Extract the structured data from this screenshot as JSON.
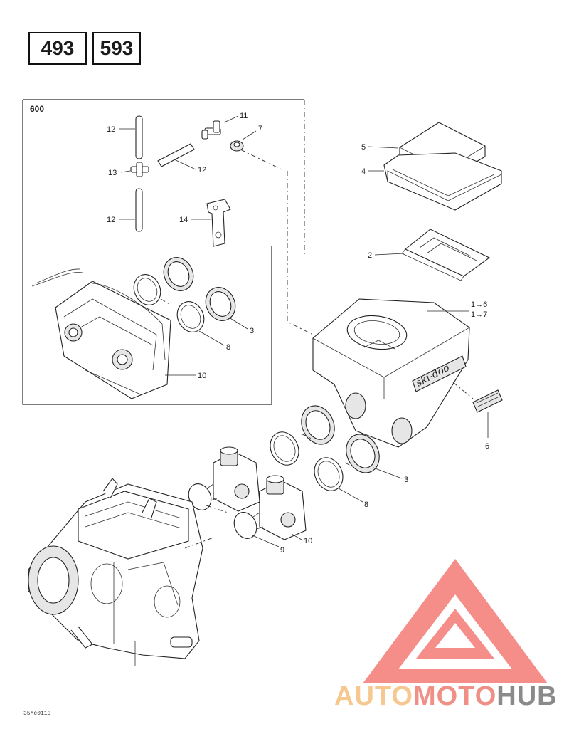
{
  "model_codes": [
    "493",
    "593"
  ],
  "inset_label": "600",
  "callouts": {
    "c12a": "12",
    "c13": "13",
    "c12b": "12",
    "c12c": "12",
    "c11": "11",
    "c7": "7",
    "c14": "14",
    "c3a": "3",
    "c8a": "8",
    "c10a": "10",
    "c5": "5",
    "c4": "4",
    "c2": "2",
    "c16": "1→6",
    "c17": "1→7",
    "c6": "6",
    "c3b": "3",
    "c8b": "8",
    "c9": "9",
    "c10b": "10"
  },
  "drawing_ref": "35Mc0113",
  "watermark": {
    "part1": "AUTO",
    "part2": "MOTO",
    "part3": "HUB",
    "colors": {
      "auto": "#f6c890",
      "moto": "#f08f86",
      "hub": "#8a8a8a",
      "logo": "#f47a75"
    }
  }
}
